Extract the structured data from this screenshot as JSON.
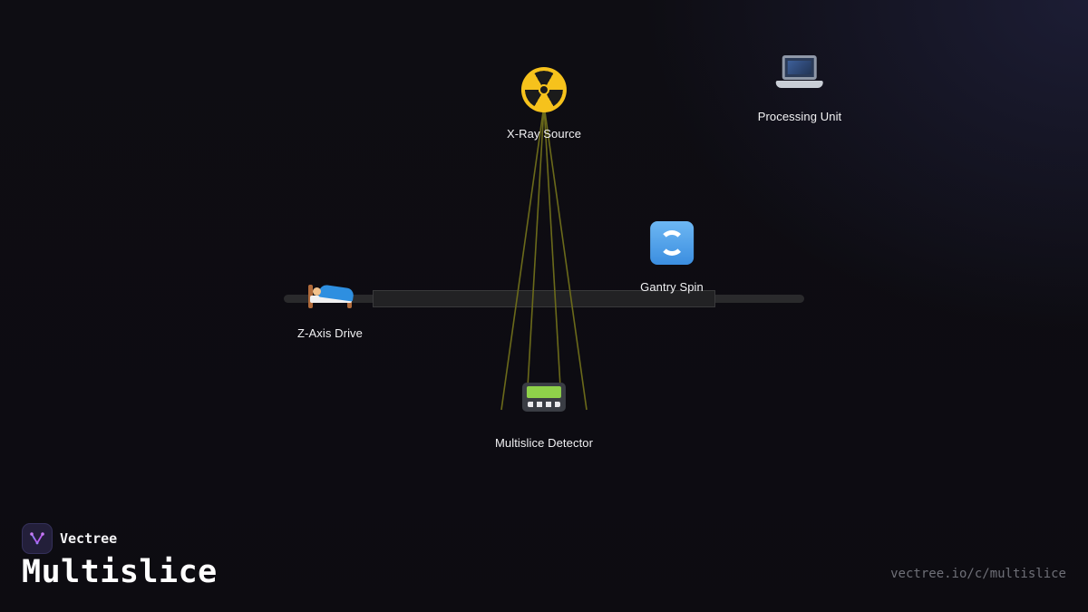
{
  "diagram": {
    "nodes": [
      {
        "id": "xray-source",
        "label": "X-Ray Source",
        "icon": "radiation-icon"
      },
      {
        "id": "processing-unit",
        "label": "Processing Unit",
        "icon": "laptop-icon"
      },
      {
        "id": "gantry-spin",
        "label": "Gantry Spin",
        "icon": "rotate-arrows-icon"
      },
      {
        "id": "z-axis-drive",
        "label": "Z-Axis Drive",
        "icon": "bed-icon"
      },
      {
        "id": "multislice-detector",
        "label": "Multislice Detector",
        "icon": "pager-icon"
      }
    ],
    "colors": {
      "background": "#0e0d13",
      "beam": "#6b6a1a",
      "table_rail": "#2a2a2c",
      "table_top": "#222224",
      "label_text": "#f2f2f4"
    }
  },
  "footer": {
    "brand_name": "Vectree",
    "title": "Multislice",
    "url": "vectree.io/c/multislice",
    "colors": {
      "logo_bg": "#231f3a",
      "logo_accent": "#b65cf0",
      "url_text": "#6f7078"
    }
  }
}
